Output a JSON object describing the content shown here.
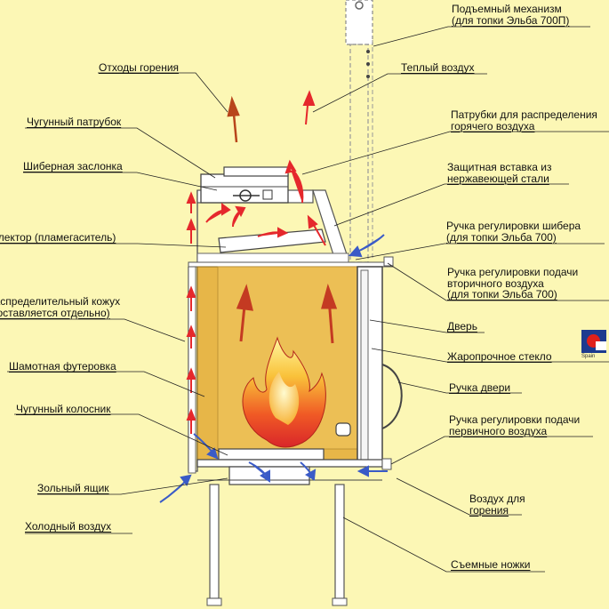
{
  "labels": {
    "lift": [
      "Подъемный механизм",
      "(для топки Эльба 700П)"
    ],
    "warm_air": "Теплый воздух",
    "waste": "Отходы горения",
    "pipes": [
      "Патрубки для распределения",
      "горячего воздуха"
    ],
    "cast_pipe": "Чугунный патрубок",
    "insert": [
      "Защитная вставка из",
      "нержавеющей стали"
    ],
    "damper": "Шиберная заслонка",
    "damper_handle": [
      "Ручка регулировки шибера",
      "(для топки Эльба 700)"
    ],
    "reflector": "Рефлектор (пламегаситель)",
    "secondary_air": [
      "Ручка регулировки подачи",
      "вторичного воздуха",
      "(для топки Эльба 700)"
    ],
    "casing": [
      "Распределительный кожух",
      "(поставляется отдельно)"
    ],
    "door": "Дверь",
    "glass": "Жаропрочное стекло",
    "lining": "Шамотная футеровка",
    "door_handle": "Ручка двери",
    "grate": "Чугунный колосник",
    "primary_air": [
      "Ручка регулировки подачи",
      "первичного воздуха"
    ],
    "ash_box": "Зольный ящик",
    "combustion_air": [
      "Воздух для",
      "горения"
    ],
    "cold_air": "Холодный воздух",
    "legs": "Съемные ножки"
  },
  "logo": {
    "text": "Spain"
  },
  "colors": {
    "background": "#fcf7b5",
    "lining": "#e7b648",
    "frame": "#777777",
    "hot_arrow": "#e5282c",
    "exhaust_arrow": "#b8451b",
    "cold_arrow": "#3a5bc7"
  }
}
